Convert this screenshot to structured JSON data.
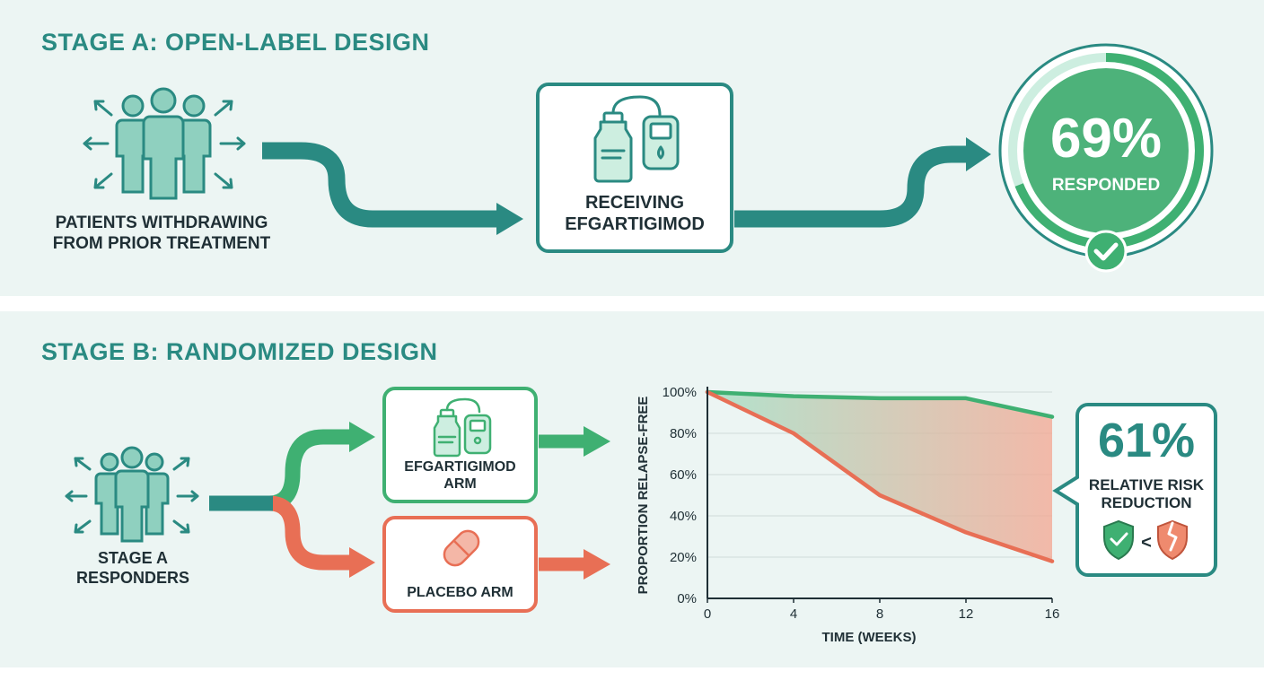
{
  "colors": {
    "teal": "#2a8a82",
    "green": "#3fb072",
    "coral": "#e86f55",
    "dark": "#1f2f35",
    "bg": "#ecf5f3"
  },
  "stage_a": {
    "title": "STAGE A: OPEN-LABEL DESIGN",
    "patients_label_line1": "PATIENTS WITHDRAWING",
    "patients_label_line2": "FROM PRIOR TREATMENT",
    "treatment_label_line1": "RECEIVING",
    "treatment_label_line2": "EFGARTIGIMOD",
    "result_value": "69%",
    "result_label": "RESPONDED",
    "result_fraction": 0.69
  },
  "stage_b": {
    "title": "STAGE B: RANDOMIZED DESIGN",
    "responders_label_line1": "STAGE A",
    "responders_label_line2": "RESPONDERS",
    "arm_efg_line1": "EFGARTIGIMOD",
    "arm_efg_line2": "ARM",
    "arm_placebo": "PLACEBO ARM",
    "rrr_value": "61%",
    "rrr_label_line1": "RELATIVE RISK",
    "rrr_label_line2": "REDUCTION",
    "rrr_compare_symbol": "<"
  },
  "chart_data": {
    "type": "line",
    "xlabel": "TIME (WEEKS)",
    "ylabel": "PROPORTION RELAPSE-FREE",
    "x_ticks": [
      0,
      4,
      8,
      12,
      16
    ],
    "y_ticks": [
      "0%",
      "20%",
      "40%",
      "60%",
      "80%",
      "100%"
    ],
    "xlim": [
      0,
      16
    ],
    "ylim": [
      0,
      100
    ],
    "grid": true,
    "series": [
      {
        "color": "#3fb072",
        "points": [
          [
            0,
            100
          ],
          [
            4,
            98
          ],
          [
            8,
            97
          ],
          [
            12,
            97
          ],
          [
            16,
            88
          ]
        ]
      },
      {
        "color": "#e86f55",
        "points": [
          [
            0,
            100
          ],
          [
            4,
            80
          ],
          [
            8,
            50
          ],
          [
            12,
            32
          ],
          [
            16,
            18
          ]
        ]
      }
    ]
  }
}
